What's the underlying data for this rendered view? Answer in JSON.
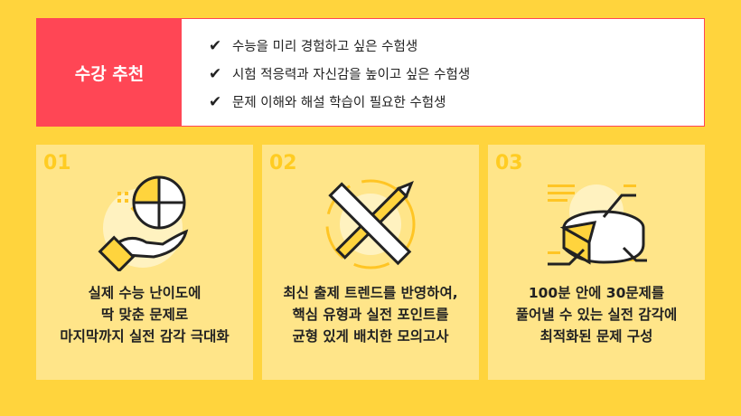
{
  "recommend": {
    "title": "수강 추천",
    "items": [
      "수능을 미리 경험하고 싶은 수험생",
      "시험 적응력과 자신감을 높이고 싶은 수험생",
      "문제 이해와 해설 학습이 필요한 수험생"
    ]
  },
  "cards": [
    {
      "num": "01",
      "icon": "hand-puzzle-icon",
      "lines": [
        "실제 수능 난이도에",
        "딱 맞춘 문제로",
        "마지막까지 실전 감각 극대화"
      ]
    },
    {
      "num": "02",
      "icon": "pencil-ruler-icon",
      "lines": [
        "최신 출제 트렌드를 반영하여,",
        "핵심 유형과 실전 포인트를",
        "균형 있게 배치한 모의고사"
      ]
    },
    {
      "num": "03",
      "icon": "pie-chart-icon",
      "lines": [
        "100분 안에 30문제를",
        "풀어낼 수 있는 실전 감각에",
        "최적화된 문제 구성"
      ]
    }
  ],
  "colors": {
    "accent": "#FF4655",
    "bg": "#FFD43D",
    "card": "#FFE589"
  }
}
